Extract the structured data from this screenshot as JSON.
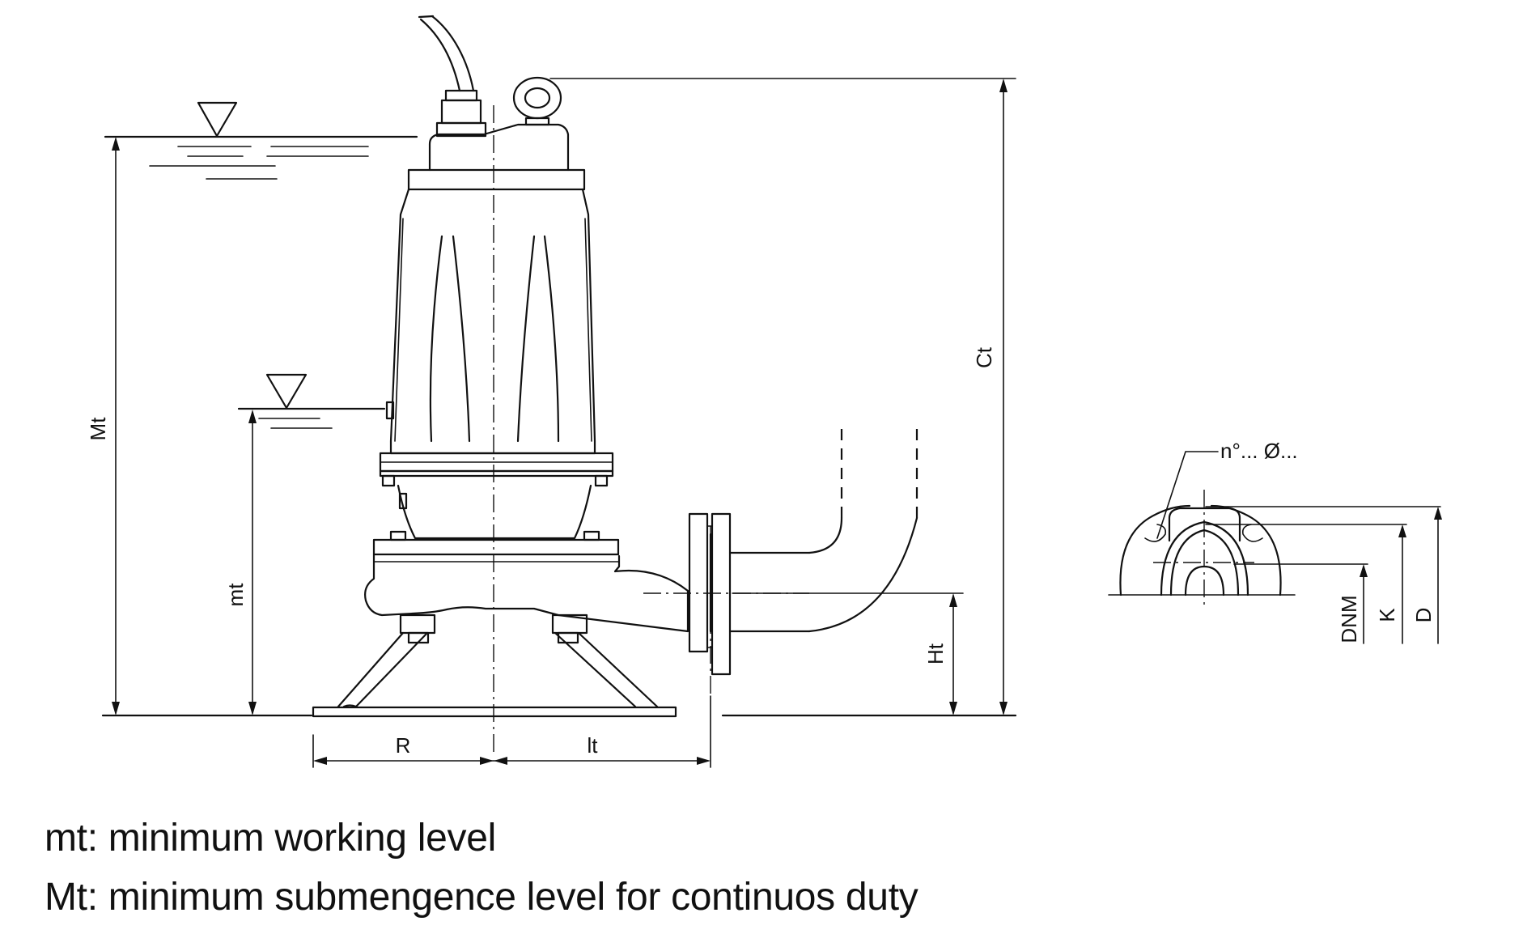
{
  "diagram": {
    "labels": {
      "mt_level": "mt",
      "Mt_level": "Mt",
      "Ct": "Ct",
      "Ht": "Ht",
      "R": "R",
      "lt": "lt",
      "flange_holes": "n°... Ø...",
      "DNM": "DNM",
      "K": "K",
      "D": "D"
    }
  },
  "legend": {
    "line1": "mt: minimum working level",
    "line2": "Mt: minimum submengence level for continuos duty"
  }
}
